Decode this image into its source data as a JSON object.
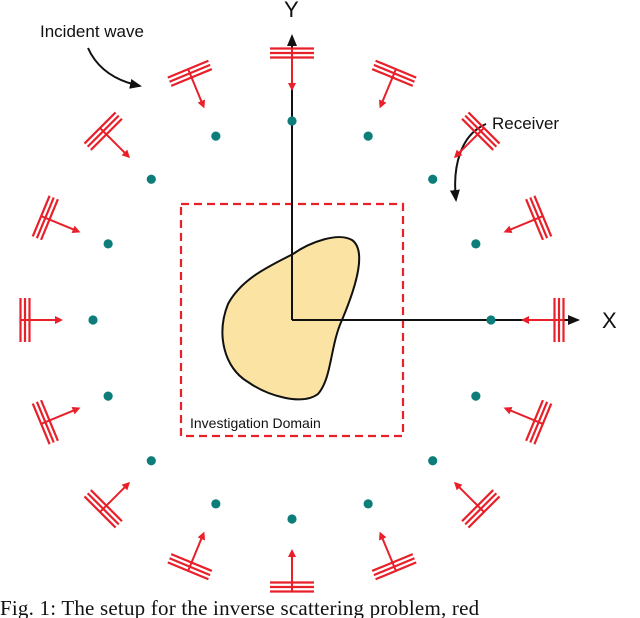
{
  "labels": {
    "y_axis": "Y",
    "x_axis": "X",
    "incident_wave": "Incident wave",
    "receiver": "Receiver",
    "domain": "Investigation Domain"
  },
  "caption": "Fig. 1: The setup for the inverse scattering problem, red",
  "colors": {
    "source": "#e8202a",
    "receiver": "#0d7d7a",
    "domain_border": "#e8202a",
    "scatterer_fill": "#fbe3a3",
    "axis": "#111111"
  },
  "array": {
    "source_count": 16,
    "receiver_count": 16
  }
}
